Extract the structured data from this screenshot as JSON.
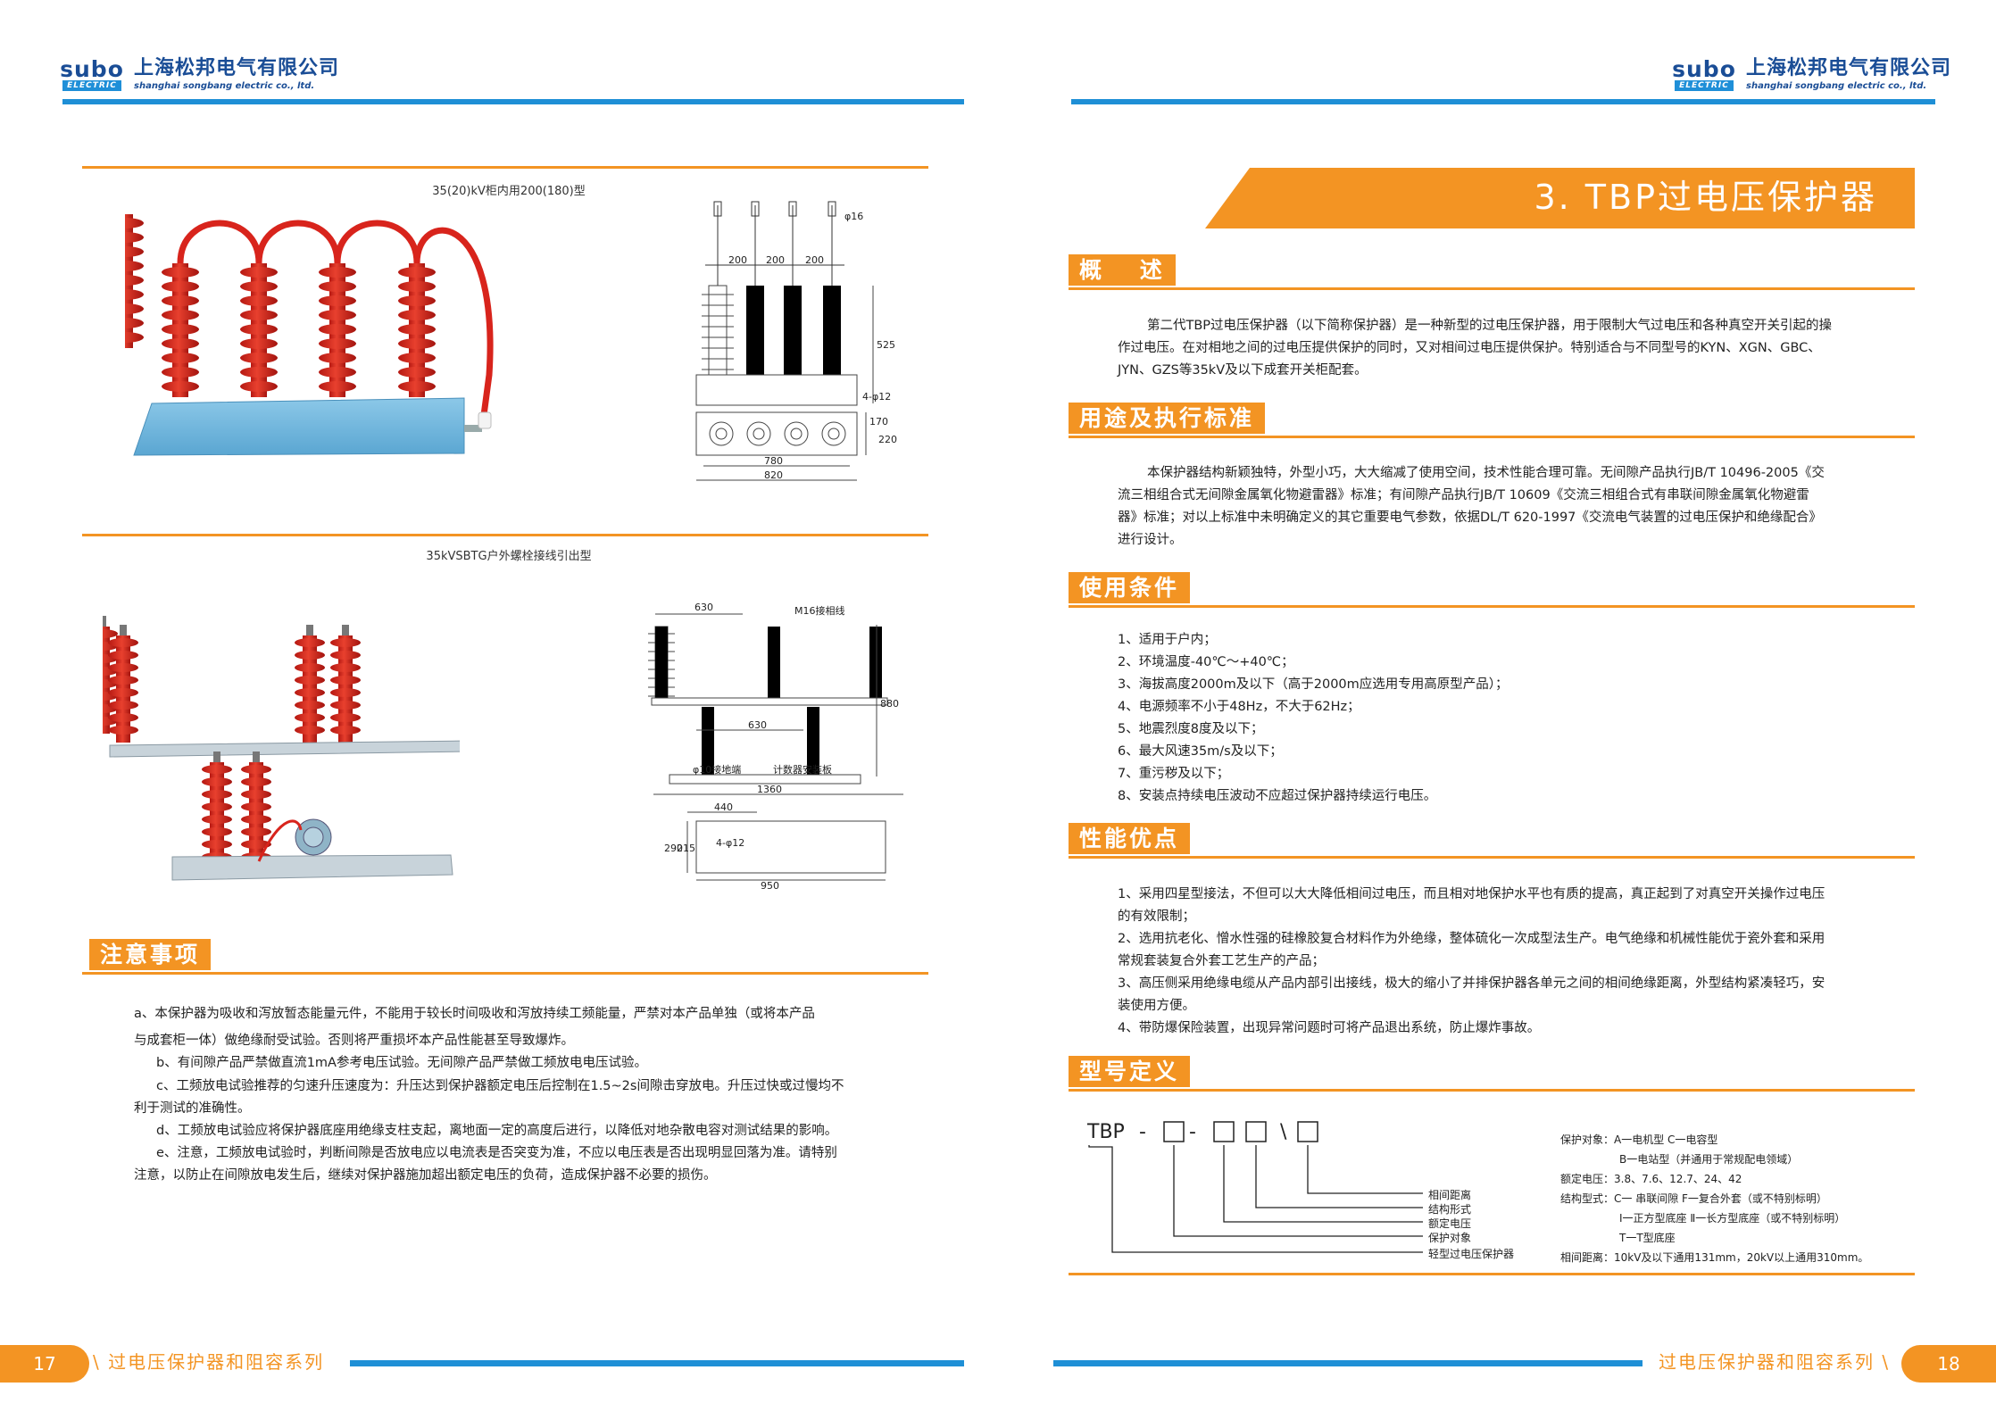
{
  "header": {
    "brand": "subo",
    "brand_tag": "ELECTRIC",
    "company_cn": "上海松邦电气有限公司",
    "company_en": "shanghai songbang electric co., ltd."
  },
  "left": {
    "fig1_caption": "35(20)kV柜内用200(180)型",
    "fig1_dims": {
      "d16": "φ16",
      "d200a": "200",
      "d200b": "200",
      "d200c": "200",
      "d525": "525",
      "d4_12": "4-φ12",
      "d170": "170",
      "d220": "220",
      "d780": "780",
      "d820": "820"
    },
    "fig2_caption": "35kVSBTG户外螺栓接线引出型",
    "fig2_dims": {
      "d630a": "630",
      "m16": "M16接相线",
      "d880": "880",
      "d630b": "630",
      "d10": "φ10接地端",
      "counter": "计数器安装板",
      "d1360": "1360",
      "d440": "440",
      "d290": "290",
      "d215": "215",
      "d4_12": "4-φ12",
      "d950": "950"
    },
    "notice_title": "注意事项",
    "notice": {
      "a1": "a、本保护器为吸收和泻放暂态能量元件，不能用于较长时间吸收和泻放持续工频能量，严禁对本产品单独（或将本产品",
      "a2": "与成套柜一体）做绝缘耐受试验。否则将严重损坏本产品性能甚至导致爆炸。",
      "b": "b、有间隙产品严禁做直流1mA参考电压试验。无间隙产品严禁做工频放电电压试验。",
      "c1": "c、工频放电试验推荐的匀速升压速度为：升压达到保护器额定电压后控制在1.5~2s间隙击穿放电。升压过快或过慢均不",
      "c2": "利于测试的准确性。",
      "d": "d、工频放电试验应将保护器底座用绝缘支柱支起，离地面一定的高度后进行，以降低对地杂散电容对测试结果的影响。",
      "e1": "e、注意，工频放电试验时，判断间隙是否放电应以电流表是否突变为准，不应以电压表是否出现明显回落为准。请特别",
      "e2": "注意，以防止在间隙放电发生后，继续对保护器施加超出额定电压的负荷，造成保护器不必要的损伤。"
    }
  },
  "right": {
    "title": "3.  TBP过电压保护器",
    "overview_title": "概　 述",
    "overview": {
      "l1": "第二代TBP过电压保护器（以下简称保护器）是一种新型的过电压保护器，用于限制大气过电压和各种真空开关引起的操",
      "l2": "作过电压。在对相地之间的过电压提供保护的同时，又对相间过电压提供保护。特别适合与不同型号的KYN、XGN、GBC、",
      "l3": "JYN、GZS等35kV及以下成套开关柜配套。"
    },
    "usage_title": "用途及执行标准",
    "usage": {
      "l1": "本保护器结构新颖独特，外型小巧，大大缩减了使用空间，技术性能合理可靠。无间隙产品执行JB/T 10496-2005《交",
      "l2": "流三相组合式无间隙金属氧化物避雷器》标准；有间隙产品执行JB/T 10609《交流三相组合式有串联间隙金属氧化物避雷",
      "l3": "器》标准；对以上标准中未明确定义的其它重要电气参数，依据DL/T 620-1997《交流电气装置的过电压保护和绝缘配合》",
      "l4": "进行设计。"
    },
    "conditions_title": "使用条件",
    "conditions": [
      "1、适用于户内；",
      "2、环境温度-40℃～+40℃；",
      "3、海拔高度2000m及以下（高于2000m应选用专用高原型产品）；",
      "4、电源频率不小于48Hz，不大于62Hz；",
      "5、地震烈度8度及以下；",
      "6、最大风速35m/s及以下；",
      "7、重污秽及以下；",
      "8、安装点持续电压波动不应超过保护器持续运行电压。"
    ],
    "advantages_title": "性能优点",
    "advantages": {
      "l1": "1、采用四星型接法，不但可以大大降低相间过电压，而且相对地保护水平也有质的提高，真正起到了对真空开关操作过电压",
      "l2": "的有效限制；",
      "l3": "2、选用抗老化、憎水性强的硅橡胶复合材料作为外绝缘，整体硫化一次成型法生产。电气绝缘和机械性能优于瓷外套和采用",
      "l4": "常规套装复合外套工艺生产的产品；",
      "l5": "3、高压侧采用绝缘电缆从产品内部引出接线，极大的缩小了并排保护器各单元之间的相间绝缘距离，外型结构紧凑轻巧，安",
      "l6": "装使用方便。",
      "l7": "4、带防爆保险装置，出现异常问题时可将产品退出系统，防止爆炸事故。"
    },
    "model_title": "型号定义",
    "model": {
      "prefix": "TBP",
      "dash1": "-",
      "dash2": "-",
      "slash": "\\",
      "labels": [
        "相间距离",
        "结构形式",
        "额定电压",
        "保护对象",
        "轻型过电压保护器"
      ],
      "notes": [
        "保护对象：A一电机型  C一电容型",
        "B一电站型（并通用于常规配电领域）",
        "额定电压：3.8、7.6、12.7、24、42",
        "结构型式：C一  串联间隙     F一复合外套（或不特别标明）",
        "Ⅰ一正方型底座    Ⅱ一长方型底座（或不特别标明）",
        "T一T型底座",
        "相间距离：10kV及以下通用131mm，20kV以上通用310mm。"
      ]
    }
  },
  "footer": {
    "left_page": "17",
    "right_page": "18",
    "left_title": "\\ 过电压保护器和阻容系列",
    "right_title": "过电压保护器和阻容系列 \\"
  },
  "colors": {
    "orange": "#f39423",
    "blue": "#1e8fd6",
    "brand": "#1a4d96",
    "insulator_red": "#d8241c",
    "base_blue": "#6fb7dc"
  }
}
